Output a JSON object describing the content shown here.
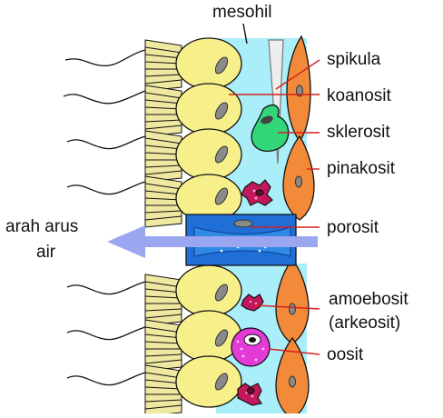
{
  "diagram": {
    "labels": {
      "mesohil": "mesohil",
      "spikula": "spikula",
      "koanosit": "koanosit",
      "sklerosit": "sklerosit",
      "pinakosit": "pinakosit",
      "porosit": "porosit",
      "amoebosit_line1": "amoebosit",
      "amoebosit_line2": "(arkeosit)",
      "oosit": "oosit",
      "arah_line1": "arah arus",
      "arah_line2": "air"
    },
    "colors": {
      "mesohyl": "#a9eef8",
      "choanocyte": "#f7f08a",
      "collar": "#efe8a0",
      "pinacocyte": "#f28a3a",
      "porocyte": "#1f6fd6",
      "sclerocyte": "#34d67a",
      "amoebocyte": "#c2185b",
      "oocyte": "#e43ad8",
      "arrow": "#9aa6f0",
      "pointer": "#d42020"
    }
  }
}
